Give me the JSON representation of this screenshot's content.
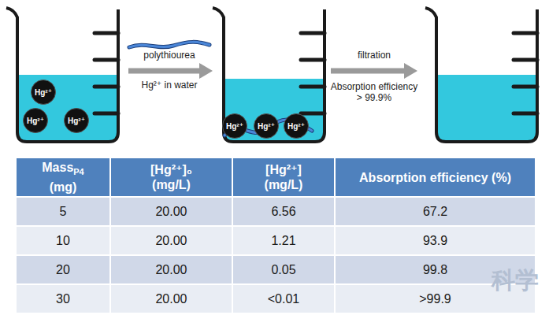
{
  "diagram": {
    "nodes": [
      {
        "text": [
          "Hg²⁺"
        ]
      },
      {
        "text": [
          "Hg²⁺"
        ]
      },
      {
        "text": [
          "Hg²⁺"
        ]
      },
      {
        "text": [
          "Hg²⁺"
        ]
      },
      {
        "text": [
          "Hg²⁺"
        ]
      },
      {
        "text": [
          "Hg²⁺"
        ]
      }
    ],
    "labels": [
      "polythiourea",
      "Hg²⁺ in water",
      "filtration",
      "Absorption efficiency > 99.9%",
      "Mass",
      "P4",
      "(mg)",
      "[Hg²⁺]₀ (mg/L)",
      "[Hg²⁺] (mg/L)",
      "Absorption efficiency (%)",
      "5",
      "20.00",
      "6.56",
      "67.2",
      "10",
      "20.00",
      "1.21",
      "93.9",
      "20",
      "20.00",
      "0.05",
      "99.8",
      "30",
      "20.00",
      "<0.01",
      ">99.9",
      "科学"
    ]
  }
}
